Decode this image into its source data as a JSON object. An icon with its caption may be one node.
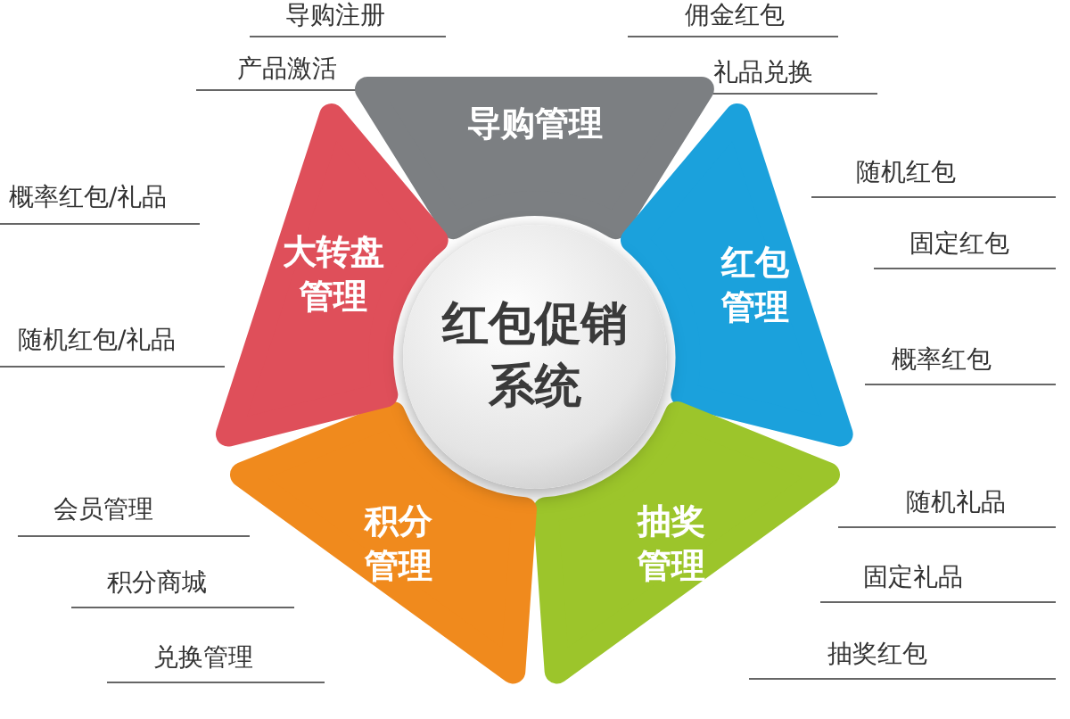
{
  "diagram": {
    "nodes": [
      {
        "text": [
          "红包促销系统"
        ]
      },
      {
        "text": [
          "导购管理"
        ],
        "beside": [
          "导购注册",
          "产品激活",
          "佣金红包",
          "礼品兑换"
        ]
      },
      {
        "text": [
          "红包管理"
        ],
        "beside": [
          "随机红包",
          "固定红包",
          "概率红包"
        ]
      },
      {
        "text": [
          "抽奖管理"
        ],
        "beside": [
          "随机礼品",
          "固定礼品",
          "抽奖红包"
        ]
      },
      {
        "text": [
          "积分管理"
        ],
        "beside": [
          "会员管理",
          "积分商城",
          "兑换管理"
        ]
      },
      {
        "text": [
          "大转盘管理"
        ],
        "beside": [
          "概率红包/礼品",
          "随机红包/礼品"
        ]
      }
    ]
  }
}
